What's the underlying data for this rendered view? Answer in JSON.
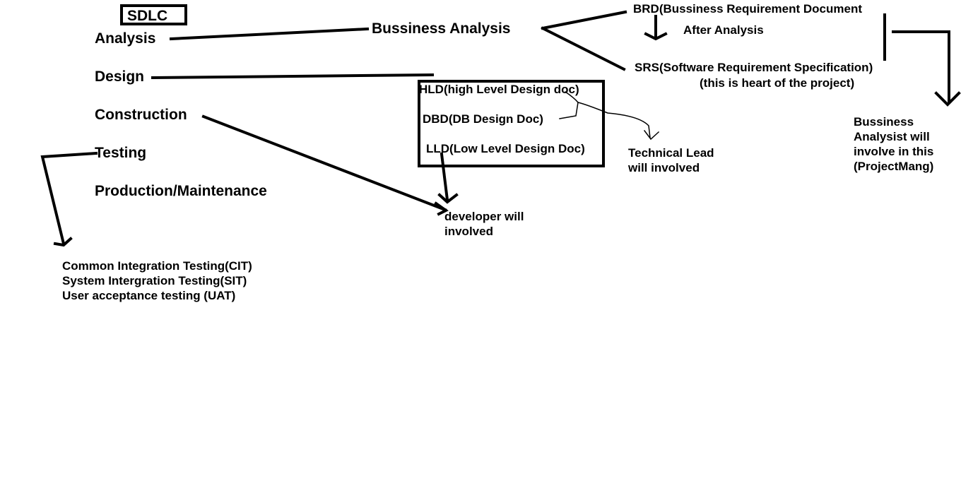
{
  "title": "SDLC",
  "phases": [
    "Analysis",
    "Design",
    "Construction",
    "Testing",
    "Production/Maintenance"
  ],
  "analysis": {
    "label": "Bussiness Analysis",
    "brd": "BRD(Bussiness Requirement Document",
    "after": "After Analysis",
    "srs": "SRS(Software Requirement Specification)",
    "srs_note": "(this is heart of the project)",
    "ba_note": "Bussiness\nAnalysist will\ninvolve in this\n(ProjectMang)"
  },
  "design": {
    "hld": "HLD(high Level Design doc)",
    "dbd": "DBD(DB Design Doc)",
    "lld": "LLD(Low Level Design Doc)",
    "tech_note": "Technical Lead\nwill involved"
  },
  "construction": {
    "dev_note": "developer will\ninvolved"
  },
  "testing": {
    "items": [
      "Common Integration Testing(CIT)",
      "System Intergration Testing(SIT)",
      "User acceptance testing (UAT)"
    ]
  }
}
